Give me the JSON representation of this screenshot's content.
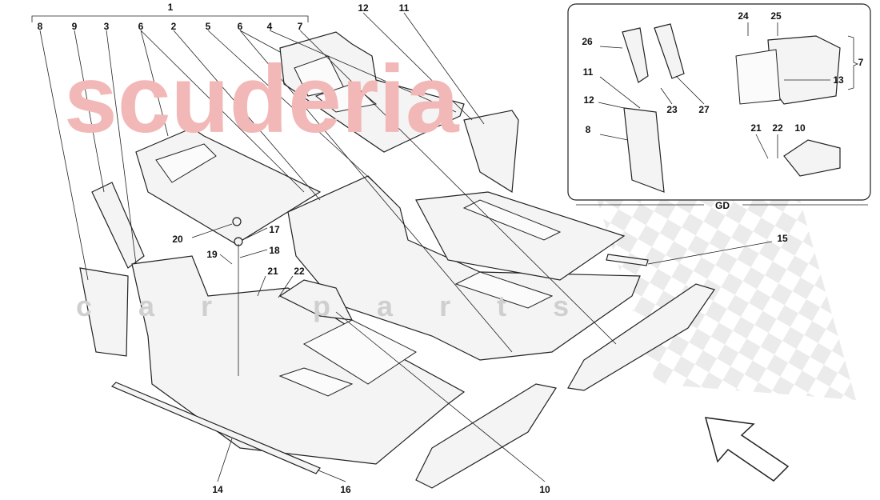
{
  "diagram": {
    "watermark": {
      "brand": "scuderia",
      "sub": "car parts",
      "brand_color": "#f2b8b8",
      "sub_color": "#cfcfcf"
    },
    "inset_title": "GD",
    "callouts": {
      "top": [
        "1",
        "8",
        "9",
        "3",
        "6",
        "2",
        "5",
        "6",
        "4",
        "7",
        "12",
        "11"
      ],
      "inset": [
        "26",
        "24",
        "25",
        "7",
        "11",
        "13",
        "12",
        "23",
        "27",
        "8",
        "21",
        "22",
        "10"
      ],
      "main": [
        "20",
        "17",
        "18",
        "19",
        "21",
        "22",
        "15",
        "14",
        "16",
        "10"
      ]
    },
    "direction_arrow": "arrow-up-left-icon"
  }
}
